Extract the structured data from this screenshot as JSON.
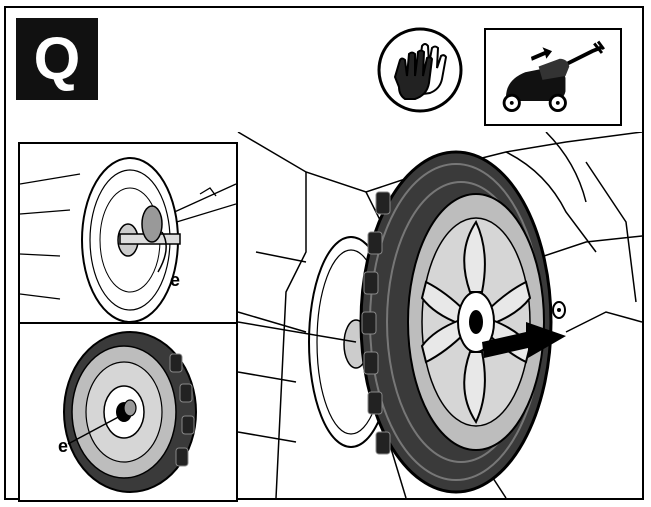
{
  "step": {
    "letter": "Q"
  },
  "icons": {
    "safety": "gloves-icon",
    "machine": "lawn-mower-icon"
  },
  "callouts": {
    "top_inset_label": "e",
    "bottom_inset_label": "e"
  },
  "colors": {
    "ink": "#000000",
    "paper": "#ffffff",
    "tire": "#3a3a3a",
    "shade": "#bdbdbd"
  }
}
